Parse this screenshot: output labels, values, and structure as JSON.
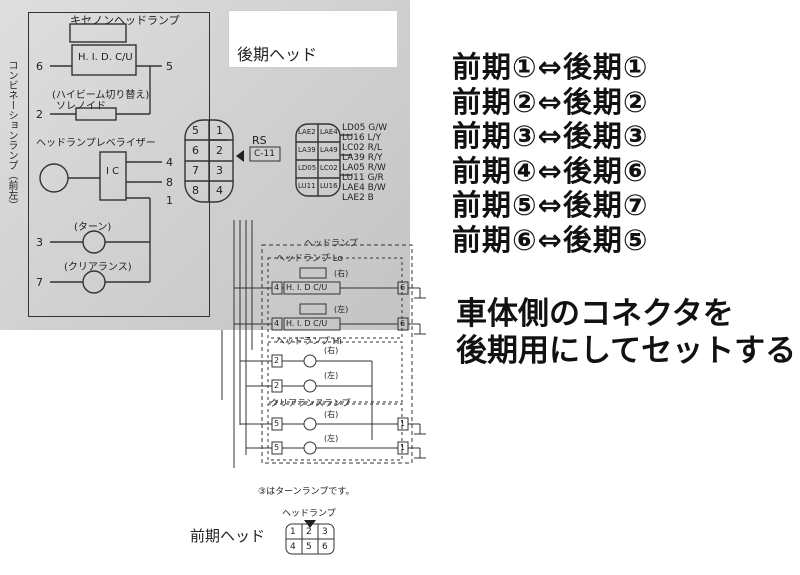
{
  "photo_section": {
    "label_kouki_head": "後期ヘッド",
    "xenon_headlamp": "キセノンヘッドランプ",
    "hid_cu": "H. I. D. C/U",
    "hibeam_solenoid_line1": "(ハイビーム切り替え)",
    "hibeam_solenoid_line2": "ソレノイド",
    "headlamp_leveler": "ヘッドランプレベライザー",
    "ic_label": "I C",
    "turn_label": "(ターン)",
    "clearance_label": "(クリアランス)",
    "side_label": "コンビネーションランプ（前左）",
    "rs_label": "RS",
    "c11_label": "C-11",
    "left_pins": [
      "6",
      "2",
      "4",
      "8",
      "1",
      "3",
      "7"
    ],
    "right_pin": "5",
    "connector_pins": [
      "5",
      "1",
      "6",
      "2",
      "7",
      "3",
      "8",
      "4"
    ],
    "mid_pins": [
      "LAE2",
      "LAE4",
      "LA39",
      "LA49",
      "LD05",
      "LC02",
      "LU11",
      "LU16"
    ],
    "right_labels": [
      "LD05 G/W",
      "LU16 L/Y",
      "LC02 R/L",
      "LA39 R/Y",
      "LA05 R/W",
      "LU11 G/R",
      "LAE4 B/W",
      "LAE2 B"
    ]
  },
  "headlamp_section": {
    "title": "ヘッドランプ",
    "lo_label": "ヘッドランプ Lo",
    "hi_label": "ヘッドランプ Hi",
    "clearance_label": "クリアランスランプ",
    "right": "(右)",
    "left": "(左)",
    "hid_cu": "H. I. D C/U",
    "pins": [
      "4",
      "6",
      "4",
      "6",
      "2",
      "2",
      "5",
      "1",
      "5",
      "1"
    ]
  },
  "zenki_section": {
    "note": "③はターンランプです。",
    "connector_title": "ヘッドランプ",
    "pins": [
      "1",
      "2",
      "3",
      "4",
      "5",
      "6"
    ],
    "label": "前期ヘッド"
  },
  "mapping": [
    "前期①⇔後期①",
    "前期②⇔後期②",
    "前期③⇔後期③",
    "前期④⇔後期⑥",
    "前期⑤⇔後期⑦",
    "前期⑥⇔後期⑤"
  ],
  "instruction": {
    "line1": "車体側のコネクタを",
    "line2": "後期用にしてセットする"
  }
}
